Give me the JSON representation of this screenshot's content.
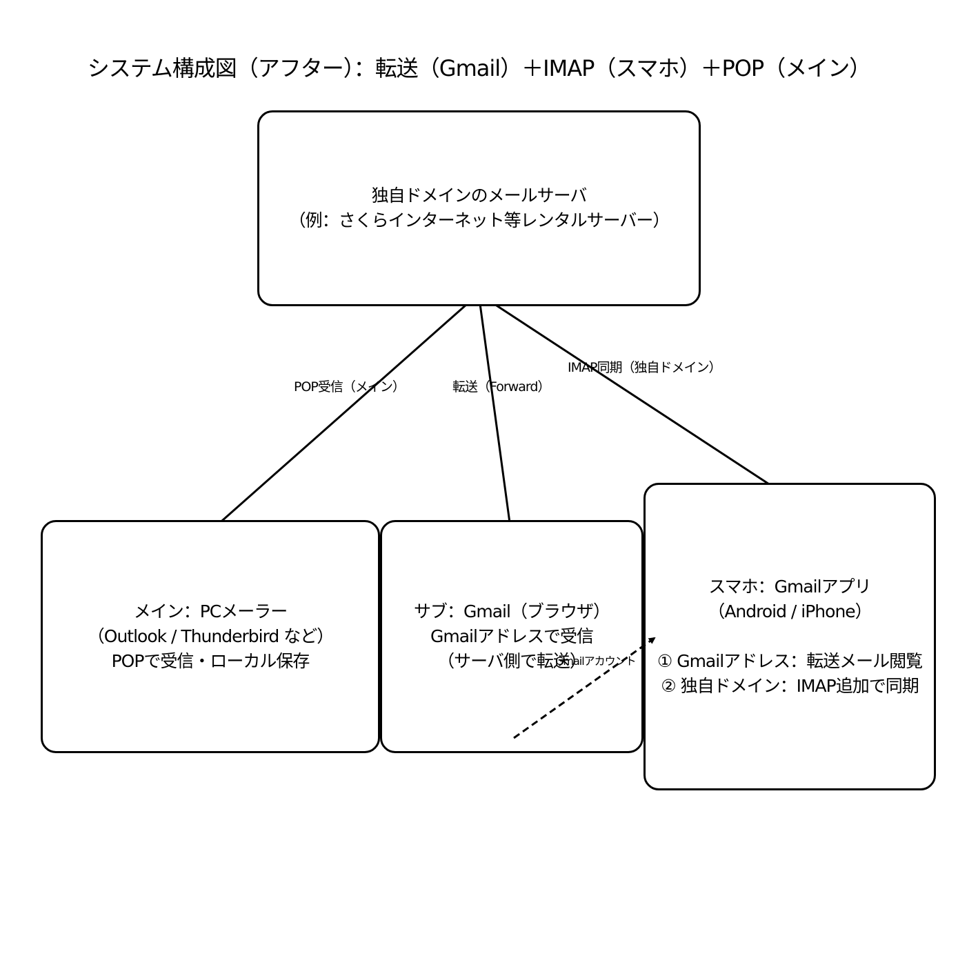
{
  "title": "システム構成図（アフター）：転送（Gmail）＋IMAP（スマホ）＋POP（メイン）",
  "nodes": {
    "server": [
      "独自ドメインのメールサーバ",
      "（例：さくらインターネット等レンタルサーバー）"
    ],
    "pc": [
      "メイン：PCメーラー",
      "（Outlook / Thunderbird など）",
      "POPで受信・ローカル保存"
    ],
    "gmail": [
      "サブ：Gmail（ブラウザ）",
      "Gmailアドレスで受信",
      "（サーバ側で転送）"
    ],
    "phone": [
      "スマホ：Gmailアプリ",
      "（Android / iPhone）",
      "",
      "① Gmailアドレス：転送メール閲覧",
      "② 独自ドメイン：IMAP追加で同期"
    ]
  },
  "edges": {
    "pop": "POP受信（メイン）",
    "forward": "転送（Forward）",
    "imap": "IMAP同期（独自ドメイン）",
    "account": "Gmailアカウント"
  }
}
